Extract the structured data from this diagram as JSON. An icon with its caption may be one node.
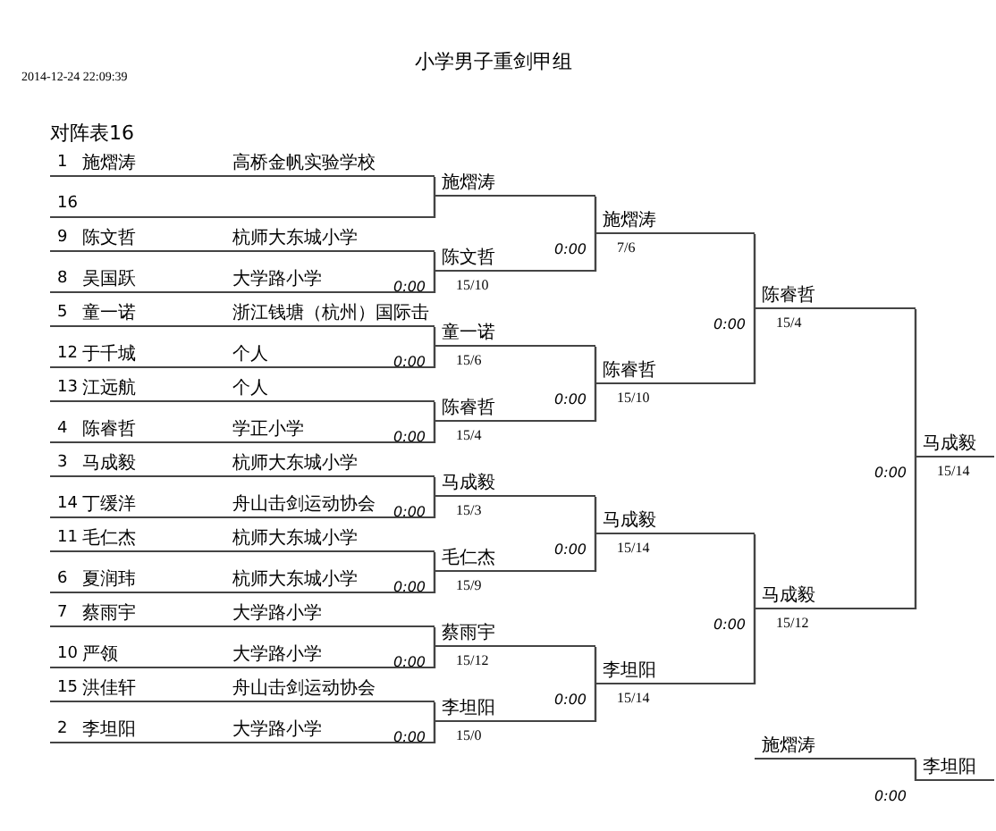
{
  "diagram": {
    "title": "小学男子重剑甲组",
    "nodes": [
      {
        "text": [
          "1",
          "施熠涛",
          "高桥金帆实验学校"
        ]
      },
      {
        "text": [
          "16"
        ]
      },
      {
        "text": [
          "9",
          "陈文哲",
          "杭师大东城小学"
        ]
      },
      {
        "text": [
          "8",
          "吴国跃",
          "大学路小学"
        ]
      },
      {
        "text": [
          "5",
          "童一诺",
          "浙江钱塘（杭州）国际击"
        ]
      },
      {
        "text": [
          "12",
          "于千城",
          "个人"
        ]
      },
      {
        "text": [
          "13",
          "江远航",
          "个人"
        ]
      },
      {
        "text": [
          "4",
          "陈睿哲",
          "学正小学"
        ]
      },
      {
        "text": [
          "3",
          "马成毅",
          "杭师大东城小学"
        ]
      },
      {
        "text": [
          "14",
          "丁缓洋",
          "舟山击剑运动协会"
        ]
      },
      {
        "text": [
          "11",
          "毛仁杰",
          "杭师大东城小学"
        ]
      },
      {
        "text": [
          "6",
          "夏润玮",
          "杭师大东城小学"
        ]
      },
      {
        "text": [
          "7",
          "蔡雨宇",
          "大学路小学"
        ]
      },
      {
        "text": [
          "10",
          "严领",
          "大学路小学"
        ]
      },
      {
        "text": [
          "15",
          "洪佳轩",
          "舟山击剑运动协会"
        ]
      },
      {
        "text": [
          "2",
          "李坦阳",
          "大学路小学"
        ]
      },
      {
        "text": [
          "施熠涛"
        ]
      },
      {
        "text": [
          "陈文哲"
        ],
        "beside": [
          "15/10"
        ]
      },
      {
        "text": [
          "童一诺"
        ],
        "beside": [
          "15/6"
        ]
      },
      {
        "text": [
          "陈睿哲"
        ],
        "beside": [
          "15/4"
        ]
      },
      {
        "text": [
          "马成毅"
        ],
        "beside": [
          "15/3"
        ]
      },
      {
        "text": [
          "毛仁杰"
        ],
        "beside": [
          "15/9"
        ]
      },
      {
        "text": [
          "蔡雨宇"
        ],
        "beside": [
          "15/12"
        ]
      },
      {
        "text": [
          "李坦阳"
        ],
        "beside": [
          "15/0"
        ]
      },
      {
        "text": [
          "施熠涛"
        ],
        "beside": [
          "7/6"
        ]
      },
      {
        "text": [
          "陈睿哲"
        ],
        "beside": [
          "15/10"
        ]
      },
      {
        "text": [
          "马成毅"
        ],
        "beside": [
          "15/14"
        ]
      },
      {
        "text": [
          "李坦阳"
        ],
        "beside": [
          "15/14"
        ]
      },
      {
        "text": [
          "陈睿哲"
        ],
        "beside": [
          "15/4"
        ]
      },
      {
        "text": [
          "马成毅"
        ],
        "beside": [
          "15/12"
        ]
      },
      {
        "text": [
          "马成毅"
        ],
        "beside": [
          "15/14"
        ]
      },
      {
        "text": [
          "施熠涛"
        ]
      },
      {
        "text": [
          "李坦阳"
        ]
      }
    ],
    "edges": [
      {
        "from": 0,
        "to": 16,
        "arrow": "none"
      },
      {
        "from": 1,
        "to": 16,
        "arrow": "none"
      },
      {
        "from": 2,
        "to": 17,
        "arrow": "none",
        "label": "0:00"
      },
      {
        "from": 3,
        "to": 17,
        "arrow": "none"
      },
      {
        "from": 4,
        "to": 18,
        "arrow": "none",
        "label": "0:00"
      },
      {
        "from": 5,
        "to": 18,
        "arrow": "none"
      },
      {
        "from": 6,
        "to": 19,
        "arrow": "none",
        "label": "0:00"
      },
      {
        "from": 7,
        "to": 19,
        "arrow": "none"
      },
      {
        "from": 8,
        "to": 20,
        "arrow": "none",
        "label": "0:00"
      },
      {
        "from": 9,
        "to": 20,
        "arrow": "none"
      },
      {
        "from": 10,
        "to": 21,
        "arrow": "none",
        "label": "0:00"
      },
      {
        "from": 11,
        "to": 21,
        "arrow": "none"
      },
      {
        "from": 12,
        "to": 22,
        "arrow": "none",
        "label": "0:00"
      },
      {
        "from": 13,
        "to": 22,
        "arrow": "none"
      },
      {
        "from": 14,
        "to": 23,
        "arrow": "none",
        "label": "0:00"
      },
      {
        "from": 15,
        "to": 23,
        "arrow": "none"
      },
      {
        "from": 16,
        "to": 24,
        "arrow": "none",
        "label": "0:00"
      },
      {
        "from": 17,
        "to": 24,
        "arrow": "none"
      },
      {
        "from": 18,
        "to": 25,
        "arrow": "none",
        "label": "0:00"
      },
      {
        "from": 19,
        "to": 25,
        "arrow": "none"
      },
      {
        "from": 20,
        "to": 26,
        "arrow": "none",
        "label": "0:00"
      },
      {
        "from": 21,
        "to": 26,
        "arrow": "none"
      },
      {
        "from": 22,
        "to": 27,
        "arrow": "none",
        "label": "0:00"
      },
      {
        "from": 23,
        "to": 27,
        "arrow": "none"
      },
      {
        "from": 24,
        "to": 28,
        "arrow": "none",
        "label": "0:00"
      },
      {
        "from": 25,
        "to": 28,
        "arrow": "none"
      },
      {
        "from": 26,
        "to": 29,
        "arrow": "none",
        "label": "0:00"
      },
      {
        "from": 27,
        "to": 29,
        "arrow": "none"
      },
      {
        "from": 28,
        "to": 30,
        "arrow": "none",
        "label": "0:00"
      },
      {
        "from": 29,
        "to": 30,
        "arrow": "none"
      },
      {
        "from": 31,
        "to": 32,
        "arrow": "none",
        "label": "0:00"
      }
    ],
    "labels": [
      "2014-12-24 22:09:39",
      "对阵表16"
    ]
  }
}
